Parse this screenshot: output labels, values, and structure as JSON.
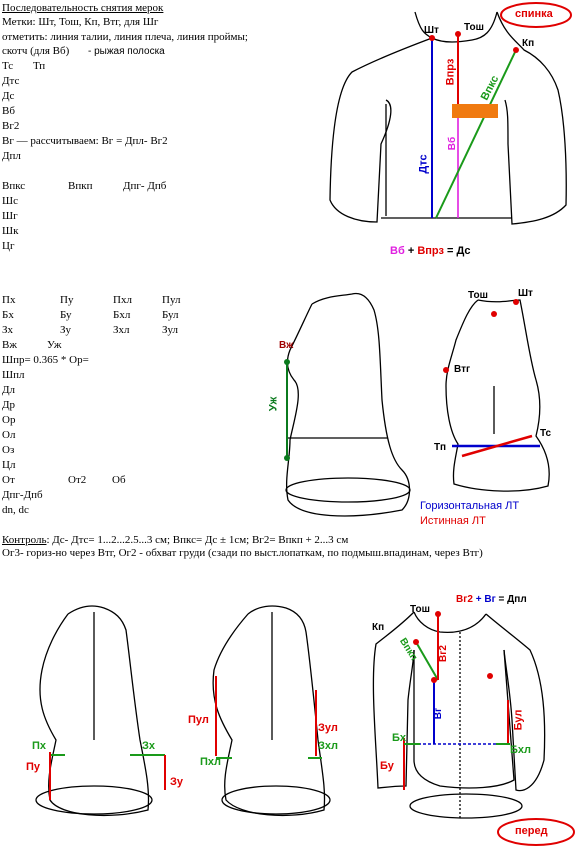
{
  "header": {
    "title": "Последовательность снятия мерок",
    "line1": "Метки: Шт, Тош, Кп, Втг, для Шг",
    "line2": "отметить: линия талии, линия плеча, линия проймы;",
    "line3a": "скотч (для Вб)",
    "line3b": "- рыжая полоска"
  },
  "list1": {
    "tc": "Тс",
    "tp": "Тп",
    "items": [
      "Дтс",
      "Дс",
      "Вб",
      "Вг2"
    ],
    "vg": "Вг — рассчитываем: Вг = Дпл- Вг2",
    "dpl": "Дпл",
    "row_a": "Впкс",
    "row_b": "Впкп",
    "row_c": "Дпг- Дпб",
    "items2": [
      "Шс",
      "Шг",
      "Шк",
      "Цг"
    ]
  },
  "table": {
    "rows": [
      [
        "Пх",
        "Пу",
        "Пхл",
        "Пул"
      ],
      [
        "Бх",
        "Бу",
        "Бхл",
        "Бул"
      ],
      [
        "Зх",
        "Зу",
        "Зхл",
        "Зул"
      ]
    ],
    "vzh": "Вж",
    "uzh": "Уж",
    "shpr": "Шпр= 0.365 * Ор=",
    "items": [
      "Шпл",
      "Дл",
      "Др",
      "Ор",
      "Ол",
      "Оз",
      "Цл"
    ],
    "ot": "От",
    "ot2": "От2",
    "ob": "Об",
    "dpg": "Дпг-Дпб",
    "dn": "dn, dc"
  },
  "control": {
    "label": "Контроль",
    "text": ": Дс- Дтс= 1...2...2.5...3 см;  Впкс= Дс ± 1см; Вг2= Впкп + 2...3 см",
    "line2": "Ог3- гориз-но через Втг, Ог2 - обхват груди (сзади по выст.лопаткам, по подмыш.впадинам,  через Втг)"
  },
  "fig_back": {
    "badge": "спинка",
    "sht": "Шт",
    "tosh": "Тош",
    "kp": "Кп",
    "vprz": "Впрз",
    "vpks": "Впкс",
    "dts": "Дтс",
    "vb": "Вб",
    "formula_a": "Вб",
    "formula_plus": "+",
    "formula_b": "Впрз",
    "formula_eq": "= Дс"
  },
  "fig_side": {
    "vzh": "Вж",
    "uzh": "Уж"
  },
  "fig_profile": {
    "tosh": "Тош",
    "sht": "Шт",
    "vtg": "Втг",
    "tp": "Тп",
    "tc": "Тс",
    "legend_h": "Горизонтальная ЛТ",
    "legend_t": "Истинная ЛТ"
  },
  "fig_hips1": {
    "pkh": "Пх",
    "zkh": "Зх",
    "pu": "Пу",
    "zu": "Зу"
  },
  "fig_hips2": {
    "pul": "Пул",
    "zul": "Зул",
    "pkhl": "Пхл",
    "zkhl": "Зхл"
  },
  "fig_front": {
    "badge": "перед",
    "vg2": "Вг2",
    "plus": "+",
    "vg": "Вг",
    "eq": "= Дпл",
    "tosh": "Тош",
    "kp": "Кп",
    "vpkp": "Впкп",
    "vg2_v": "Вг2",
    "vg_v": "Вг",
    "bkh": "Бх",
    "bkhl": "Бхл",
    "bu": "Бу",
    "bul": "Бул"
  },
  "colors": {
    "red": "#e00000",
    "blue": "#0000cc",
    "green": "#1a9a1a",
    "magenta": "#e020e0",
    "orange": "#f07a10",
    "dark_green": "#0b7a1e"
  }
}
